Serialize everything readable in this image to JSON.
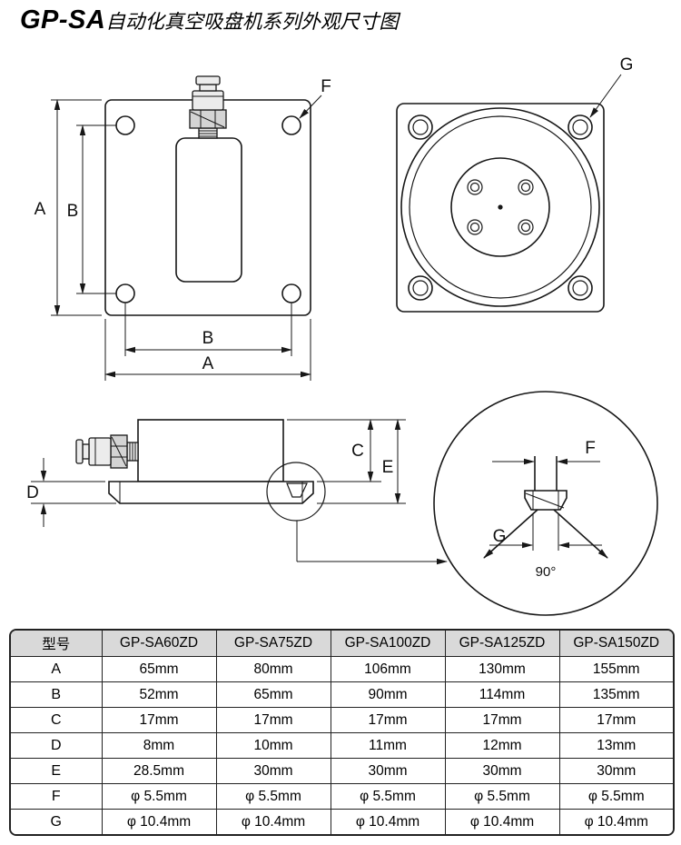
{
  "title": {
    "brand": "GP-SA",
    "suffix": "自动化真空吸盘机系列外观尺寸图"
  },
  "front_view": {
    "dim_a_left": "A",
    "dim_b_left": "B",
    "dim_b_bottom": "B",
    "dim_a_bottom": "A",
    "hole_label": "F"
  },
  "bottom_view": {
    "hole_label": "G"
  },
  "side_view": {
    "dim_c": "C",
    "dim_d": "D",
    "dim_e": "E"
  },
  "detail_view": {
    "dim_f": "F",
    "dim_g": "G",
    "angle": "90°"
  },
  "table": {
    "headers": [
      "型号",
      "GP-SA60ZD",
      "GP-SA75ZD",
      "GP-SA100ZD",
      "GP-SA125ZD",
      "GP-SA150ZD"
    ],
    "rows": [
      {
        "label": "A",
        "values": [
          "65mm",
          "80mm",
          "106mm",
          "130mm",
          "155mm"
        ]
      },
      {
        "label": "B",
        "values": [
          "52mm",
          "65mm",
          "90mm",
          "114mm",
          "135mm"
        ]
      },
      {
        "label": "C",
        "values": [
          "17mm",
          "17mm",
          "17mm",
          "17mm",
          "17mm"
        ]
      },
      {
        "label": "D",
        "values": [
          "8mm",
          "10mm",
          "11mm",
          "12mm",
          "13mm"
        ]
      },
      {
        "label": "E",
        "values": [
          "28.5mm",
          "30mm",
          "30mm",
          "30mm",
          "30mm"
        ]
      },
      {
        "label": "F",
        "values": [
          "φ 5.5mm",
          "φ 5.5mm",
          "φ 5.5mm",
          "φ 5.5mm",
          "φ 5.5mm"
        ]
      },
      {
        "label": "G",
        "values": [
          "φ 10.4mm",
          "φ 10.4mm",
          "φ 10.4mm",
          "φ 10.4mm",
          "φ 10.4mm"
        ]
      }
    ]
  }
}
